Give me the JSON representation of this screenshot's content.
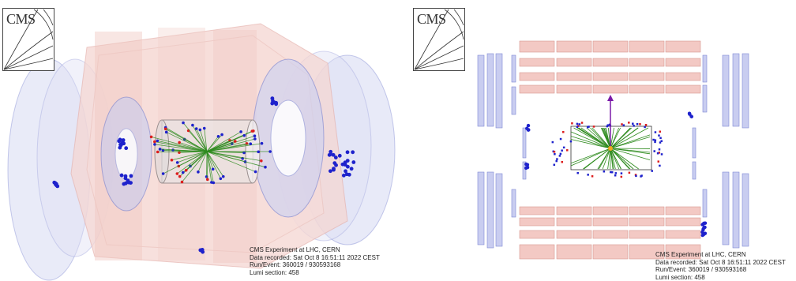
{
  "logo": {
    "text": "CMS"
  },
  "event_info": {
    "lines": [
      "CMS Experiment at LHC, CERN",
      "Data recorded: Sat Oct  8 16:51:11 2022 CEST",
      "Run/Event: 360019 / 930593168",
      "Lumi section: 458"
    ]
  },
  "colors": {
    "calorimeter_pink": "#f3c9c4",
    "muon_chamber_blue": "#c9cdf0",
    "track_green": "#2e8b1e",
    "hit_blue": "#1e22cc",
    "energy_red": "#dd1d1d",
    "met_arrow": "#7a1aa8",
    "vertex_orange": "#f0a820"
  },
  "panels": [
    {
      "view": "3d-perspective"
    },
    {
      "view": "rho-z"
    }
  ]
}
